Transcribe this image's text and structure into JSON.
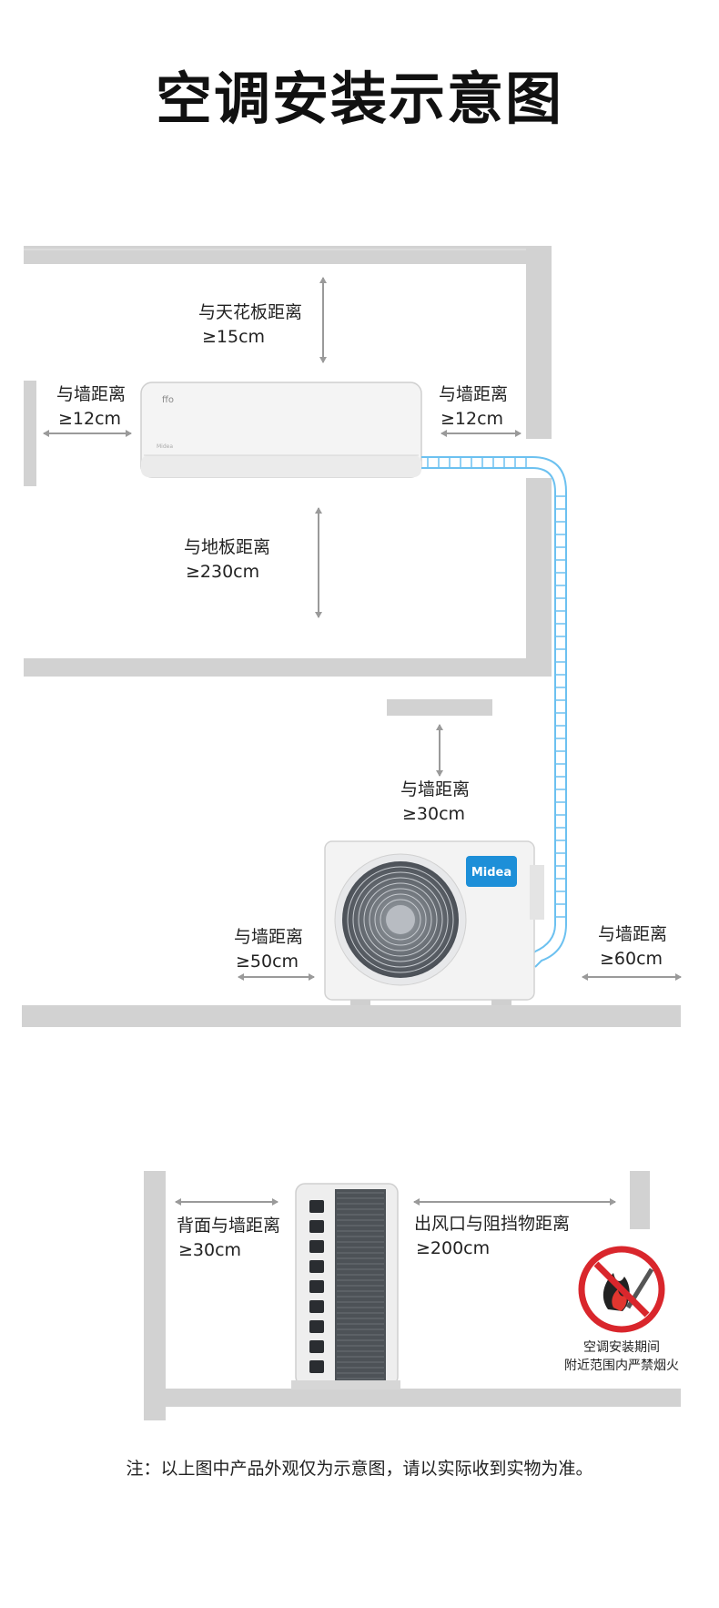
{
  "title": "空调安装示意图",
  "indoor": {
    "ceiling_label": "与天花板距离",
    "ceiling_value": "≥15cm",
    "left_wall_label": "与墙距离",
    "left_wall_value": "≥12cm",
    "right_wall_label": "与墙距离",
    "right_wall_value": "≥12cm",
    "floor_label": "与地板距离",
    "floor_value": "≥230cm"
  },
  "outdoor": {
    "brand": "Midea",
    "top_wall_label": "与墙距离",
    "top_wall_value": "≥30cm",
    "left_wall_label": "与墙距离",
    "left_wall_value": "≥50cm",
    "right_wall_label": "与墙距离",
    "right_wall_value": "≥60cm"
  },
  "side_view": {
    "back_label": "背面与墙距离",
    "back_value": "≥30cm",
    "outlet_label": "出风口与阻挡物距离",
    "outlet_value": "≥200cm"
  },
  "warning": {
    "line1": "空调安装期间",
    "line2": "附近范围内严禁烟火"
  },
  "note": "注：以上图中产品外观仅为示意图，请以实际收到实物为准。",
  "colors": {
    "wall": "#cfcfcf",
    "pipe": "#6cc1f0",
    "arrow": "#9a9a9a",
    "brand_blue": "#1d8fd8",
    "warning_red": "#d9262c"
  }
}
